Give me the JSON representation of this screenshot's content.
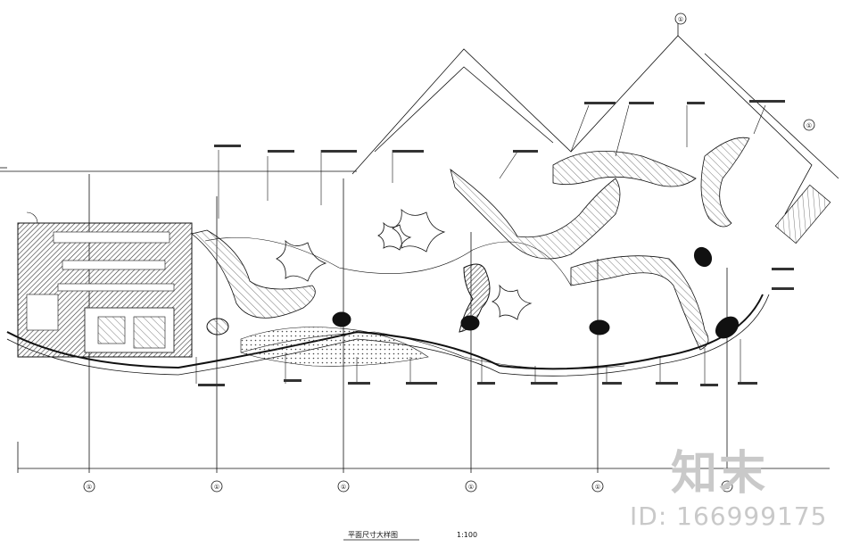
{
  "drawing": {
    "title": "平面尺寸大样图",
    "scale": "1:100"
  },
  "grid_axes": [
    "①",
    "①",
    "①",
    "①",
    "①",
    "①",
    "①",
    "①"
  ],
  "watermark": {
    "logo": "知末",
    "id_text": "ID: 166999175"
  },
  "colors": {
    "line": "#111111",
    "watermark": "#c9c9c9",
    "background": "#ffffff"
  }
}
